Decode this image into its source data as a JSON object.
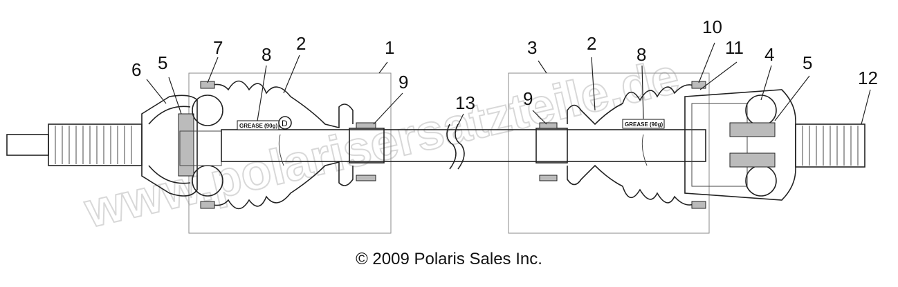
{
  "diagram": {
    "callouts": [
      "6",
      "5",
      "7",
      "8",
      "2",
      "1",
      "9",
      "13",
      "3",
      "9",
      "2",
      "8",
      "10",
      "11",
      "4",
      "5",
      "12"
    ],
    "grease_label": "GREASE (90g)",
    "marker_d": "D"
  },
  "watermark": "www.polarisersatzteile.de",
  "copyright": "© 2009 Polaris Sales Inc."
}
